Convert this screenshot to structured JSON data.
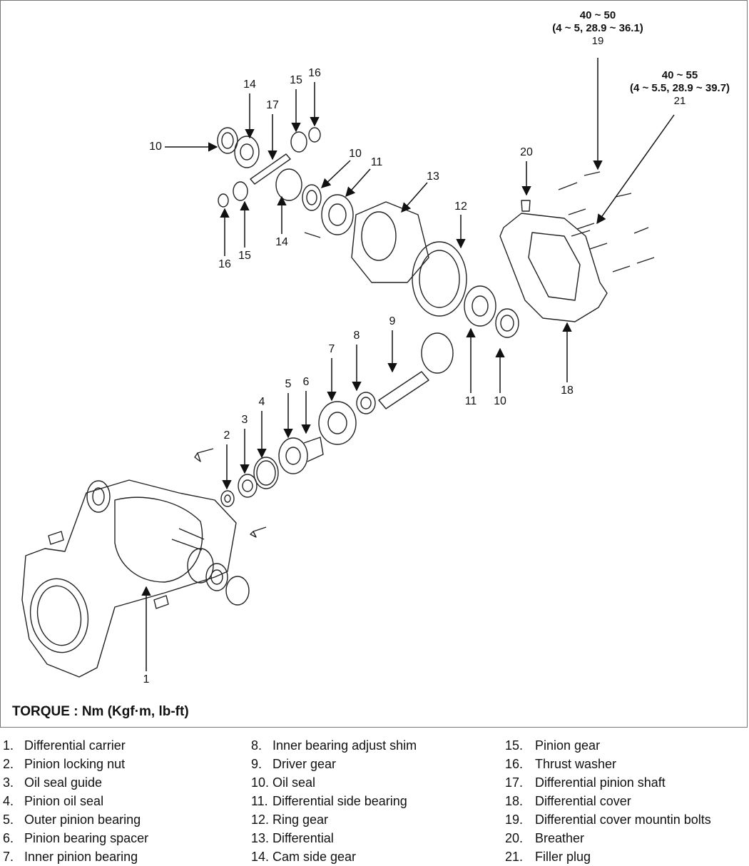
{
  "torque_caption": "TORQUE : Nm (Kgf·m, lb-ft)",
  "torque_specs": [
    {
      "id": "19",
      "range": "40 ~ 50",
      "detail": "(4 ~ 5, 28.9 ~ 36.1)"
    },
    {
      "id": "21",
      "range": "40 ~ 55",
      "detail": "(4 ~ 5.5, 28.9 ~ 39.7)"
    }
  ],
  "callouts": [
    "1",
    "2",
    "3",
    "4",
    "5",
    "6",
    "7",
    "8",
    "9",
    "10",
    "10",
    "10",
    "11",
    "11",
    "12",
    "13",
    "14",
    "14",
    "15",
    "15",
    "16",
    "16",
    "17",
    "18",
    "20"
  ],
  "legend": [
    {
      "num": "1.",
      "text": "Differential carrier"
    },
    {
      "num": "2.",
      "text": "Pinion locking nut"
    },
    {
      "num": "3.",
      "text": "Oil seal guide"
    },
    {
      "num": "4.",
      "text": "Pinion oil seal"
    },
    {
      "num": "5.",
      "text": "Outer pinion bearing"
    },
    {
      "num": "6.",
      "text": "Pinion bearing spacer"
    },
    {
      "num": "7.",
      "text": "Inner pinion bearing"
    },
    {
      "num": "8.",
      "text": "Inner bearing adjust shim"
    },
    {
      "num": "9.",
      "text": "Driver gear"
    },
    {
      "num": "10.",
      "text": "Oil seal"
    },
    {
      "num": "11.",
      "text": "Differential side bearing"
    },
    {
      "num": "12.",
      "text": "Ring gear"
    },
    {
      "num": "13.",
      "text": "Differential"
    },
    {
      "num": "14.",
      "text": "Cam side gear"
    },
    {
      "num": "15.",
      "text": "Pinion gear"
    },
    {
      "num": "16.",
      "text": "Thrust washer"
    },
    {
      "num": "17.",
      "text": "Differential pinion shaft"
    },
    {
      "num": "18.",
      "text": "Differential cover"
    },
    {
      "num": "19.",
      "text": "Differential cover mountin bolts"
    },
    {
      "num": "20.",
      "text": "Breather"
    },
    {
      "num": "21.",
      "text": "Filler plug"
    }
  ]
}
